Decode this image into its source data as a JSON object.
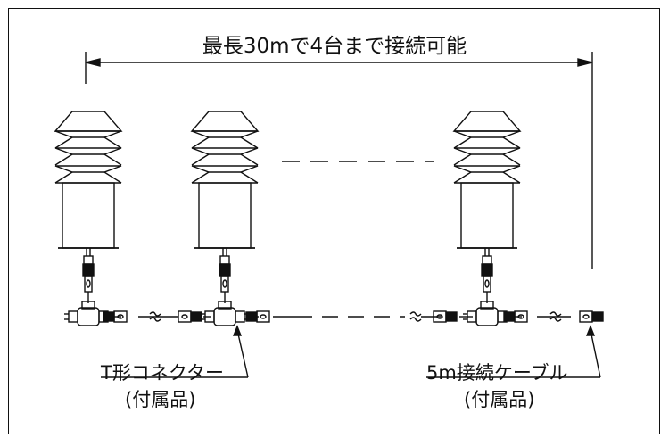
{
  "diagram": {
    "title": "最長30mで4台まで接続可能",
    "labels": {
      "t_connector_line1": "T形コネクター",
      "t_connector_line2": "(付属品)",
      "cable_line1": "5m接続ケーブル",
      "cable_line2": "(付属品)"
    },
    "colors": {
      "line": "#111111",
      "background": "#ffffff"
    },
    "icons": [
      "sensor-shield-icon",
      "t-connector-icon",
      "cable-connector-icon",
      "dimension-arrow-icon"
    ]
  }
}
